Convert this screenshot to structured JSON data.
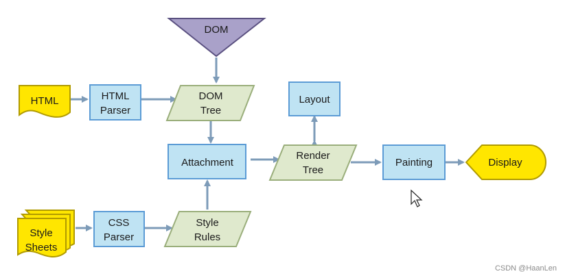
{
  "nodes": {
    "dom": {
      "text": "DOM"
    },
    "html": {
      "text": "HTML"
    },
    "html_parser": {
      "line1": "HTML",
      "line2": "Parser"
    },
    "dom_tree": {
      "line1": "DOM",
      "line2": "Tree"
    },
    "layout": {
      "text": "Layout"
    },
    "attachment": {
      "text": "Attachment"
    },
    "render_tree": {
      "line1": "Render",
      "line2": "Tree"
    },
    "painting": {
      "text": "Painting"
    },
    "display": {
      "text": "Display"
    },
    "style_sheets": {
      "line1": "Style",
      "line2": "Sheets"
    },
    "css_parser": {
      "line1": "CSS",
      "line2": "Parser"
    },
    "style_rules": {
      "line1": "Style",
      "line2": "Rules"
    }
  },
  "watermark": "CSDN @HaanLen",
  "colors": {
    "process_fill": "#bfe3f3",
    "process_stroke": "#5b9bd5",
    "data_fill": "#dfe9cd",
    "data_stroke": "#9aae7b",
    "document_fill": "#ffe600",
    "document_stroke": "#b09a00",
    "dom_fill": "#a9a1c9",
    "dom_stroke": "#5a5080",
    "arrow": "#7d9bb8"
  },
  "icons": [
    "mouse-cursor-icon"
  ]
}
